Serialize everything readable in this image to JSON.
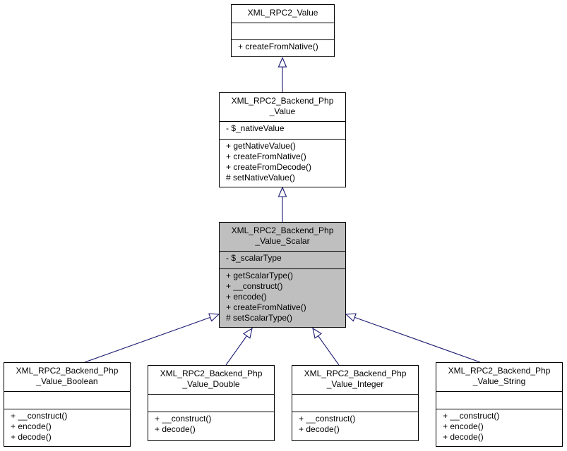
{
  "classes": {
    "value": {
      "title": [
        "XML_RPC2_Value"
      ],
      "attributes": [],
      "methods": [
        "+ createFromNative()"
      ]
    },
    "backend_value": {
      "title": [
        "XML_RPC2_Backend_Php",
        "_Value"
      ],
      "attributes": [
        "- $_nativeValue"
      ],
      "methods": [
        "+ getNativeValue()",
        "+ createFromNative()",
        "+ createFromDecode()",
        "# setNativeValue()"
      ]
    },
    "scalar": {
      "title": [
        "XML_RPC2_Backend_Php",
        "_Value_Scalar"
      ],
      "attributes": [
        "- $_scalarType"
      ],
      "methods": [
        "+ getScalarType()",
        "+ __construct()",
        "+ encode()",
        "+ createFromNative()",
        "# setScalarType()"
      ]
    },
    "boolean": {
      "title": [
        "XML_RPC2_Backend_Php",
        "_Value_Boolean"
      ],
      "attributes": [],
      "methods": [
        "+ __construct()",
        "+ encode()",
        "+ decode()"
      ]
    },
    "double": {
      "title": [
        "XML_RPC2_Backend_Php",
        "_Value_Double"
      ],
      "attributes": [],
      "methods": [
        "+ __construct()",
        "+ decode()"
      ]
    },
    "integer": {
      "title": [
        "XML_RPC2_Backend_Php",
        "_Value_Integer"
      ],
      "attributes": [],
      "methods": [
        "+ __construct()",
        "+ decode()"
      ]
    },
    "string": {
      "title": [
        "XML_RPC2_Backend_Php",
        "_Value_String"
      ],
      "attributes": [],
      "methods": [
        "+ __construct()",
        "+ encode()",
        "+ decode()"
      ]
    }
  },
  "colors": {
    "edge": "#191970",
    "focus_fill": "#bfbfbf",
    "box_border": "#000000"
  }
}
